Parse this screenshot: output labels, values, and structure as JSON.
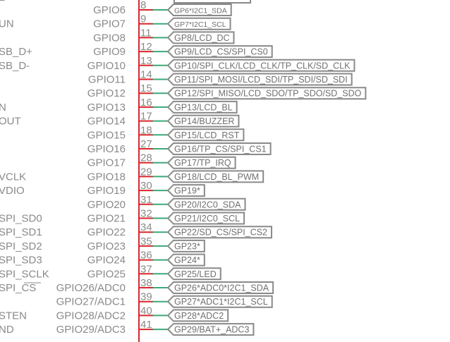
{
  "colors": {
    "bus": "#d9262c",
    "wire": "#3aaa78",
    "outline": "#8a8a8a",
    "text": "#8a8a8a"
  },
  "top_partial_left": "_",
  "rows": [
    {
      "left": "",
      "gpio": "GPIO6",
      "pin": "8",
      "net": "GP6*I2C1_SDA",
      "small": true
    },
    {
      "left": "UN",
      "gpio": "GPIO7",
      "pin": "9",
      "net": "GP7*I2C1_SCL",
      "small": true
    },
    {
      "left": "",
      "gpio": "GPIO8",
      "pin": "11",
      "net": "GP8/LCD_DC"
    },
    {
      "left": "SB_D+",
      "gpio": "GPIO9",
      "pin": "12",
      "net": "GP9/LCD_CS/SPI_CS0"
    },
    {
      "left": "SB_D-",
      "gpio": "GPIO10",
      "pin": "13",
      "net": "GP10/SPI_CLK/LCD_CLK/TP_CLK/SD_CLK"
    },
    {
      "left": "",
      "gpio": "GPIO11",
      "pin": "14",
      "net": "GP11/SPI_MOSI/LCD_SDI/TP_SDI/SD_SDI"
    },
    {
      "left": "",
      "gpio": "GPIO12",
      "pin": "15",
      "net": "GP12/SPI_MISO/LCD_SDO/TP_SDO/SD_SDO"
    },
    {
      "left": "N",
      "gpio": "GPIO13",
      "pin": "16",
      "net": "GP13/LCD_BL"
    },
    {
      "left": "OUT",
      "gpio": "GPIO14",
      "pin": "17",
      "net": "GP14/BUZZER"
    },
    {
      "left": "",
      "gpio": "GPIO15",
      "pin": "18",
      "net": "GP15/LCD_RST"
    },
    {
      "left": "",
      "gpio": "GPIO16",
      "pin": "27",
      "net": "GP16/TP_CS/SPI_CS1"
    },
    {
      "left": "",
      "gpio": "GPIO17",
      "pin": "28",
      "net": "GP17/TP_IRQ"
    },
    {
      "left": "VCLK",
      "gpio": "GPIO18",
      "pin": "29",
      "net": "GP18/LCD_BL_PWM"
    },
    {
      "left": "VDIO",
      "gpio": "GPIO19",
      "pin": "30",
      "net": "GP19*"
    },
    {
      "left": "",
      "gpio": "GPIO20",
      "pin": "31",
      "net": "GP20/I2C0_SDA"
    },
    {
      "left": "SPI_SD0",
      "gpio": "GPIO21",
      "pin": "32",
      "net": "GP21/I2C0_SCL"
    },
    {
      "left": "SPI_SD1",
      "gpio": "GPIO22",
      "pin": "34",
      "net": "GP22/SD_CS/SPI_CS2"
    },
    {
      "left": "SPI_SD2",
      "gpio": "GPIO23",
      "pin": "35",
      "net": "GP23*"
    },
    {
      "left": "SPI_SD3",
      "gpio": "GPIO24",
      "pin": "36",
      "net": "GP24*"
    },
    {
      "left": "SPI_SCLK",
      "gpio": "GPIO25",
      "pin": "37",
      "net": "GP25/LED"
    },
    {
      "left": "SPI_CS",
      "gpio": "GPIO26/ADC0",
      "pin": "38",
      "net": "GP26*ADC0*I2C1_SDA"
    },
    {
      "left": "",
      "gpio": "GPIO27/ADC1",
      "pin": "39",
      "net": "GP27*ADC1*I2C1_SCL"
    },
    {
      "left": "STEN",
      "gpio": "GPIO28/ADC2",
      "pin": "40",
      "net": "GP28*ADC2"
    },
    {
      "left": "ND",
      "gpio": "GPIO29/ADC3",
      "pin": "41",
      "net": "GP29/BAT+_ADC3"
    }
  ]
}
